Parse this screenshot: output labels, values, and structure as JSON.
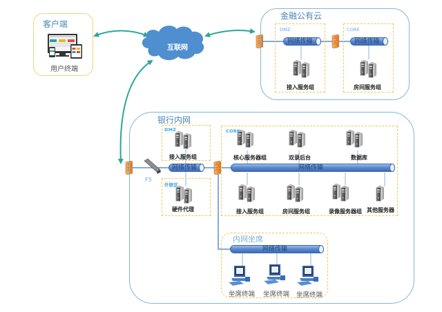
{
  "colors": {
    "arrow": "#2aa69a",
    "link": "#5b8fc9",
    "cloud": "#4f8fcf",
    "blue_zone_border": "#7fb6d6",
    "yellow_zone_border": "#f5d27a",
    "dashed_zone_border": "#f2c65a",
    "firewall": "#f0a040"
  },
  "client": {
    "title": "客户端",
    "device_label": "用户终端",
    "icon": "multi-device-icon"
  },
  "internet": {
    "label": "互联网",
    "icon": "cloud-icon"
  },
  "public_cloud": {
    "title": "金融公有云",
    "zones": [
      {
        "tag": "DMZ",
        "pipe_label": "网络传输",
        "server_label": "接入服务组"
      },
      {
        "tag": "CORE",
        "pipe_label": "网络传输",
        "server_label": "房间服务组"
      }
    ]
  },
  "bank_intranet": {
    "title": "银行内网",
    "f5_label": "F5",
    "dmz": {
      "tag": "DMZ",
      "server_label": "接入服务组"
    },
    "edge_pipe_label": "网络传输",
    "external": {
      "tag": "外联区",
      "server_label": "硬件代理"
    },
    "core": {
      "tag": "CORE",
      "pipe_label": "网络传输",
      "top_servers": [
        {
          "label": "核心服务器组"
        },
        {
          "label": "双录后台"
        },
        {
          "label": "数据库"
        }
      ],
      "bottom_servers": [
        {
          "label": "接入服务组"
        },
        {
          "label": "房间服务组"
        },
        {
          "label": "录像服务器组"
        },
        {
          "label": "其他服务器"
        }
      ]
    },
    "seats": {
      "title": "内网坐席",
      "pipe_label": "网络传输",
      "terminals": [
        {
          "label": "坐席终端"
        },
        {
          "label": "坐席终端"
        },
        {
          "label": "坐席终端"
        }
      ]
    }
  }
}
